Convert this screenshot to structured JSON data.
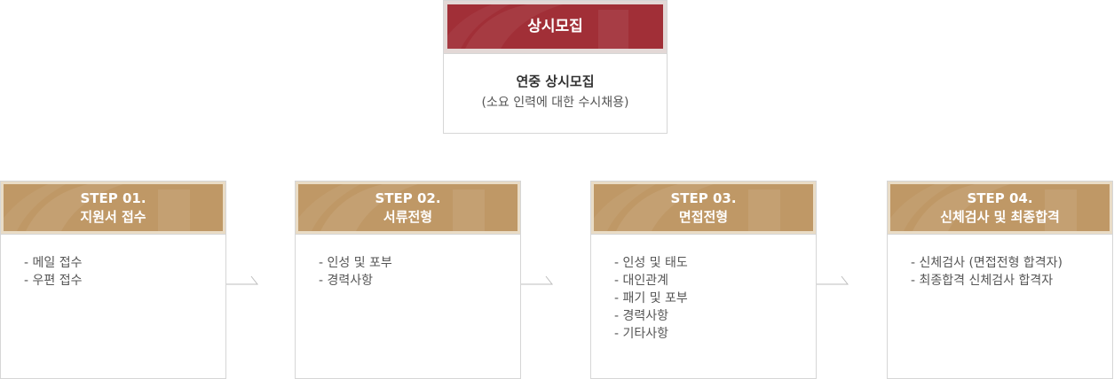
{
  "top": {
    "title": "상시모집",
    "subtitle": "연중 상시모집",
    "description": "(소요 인력에 대한 수시채용)"
  },
  "steps": [
    {
      "step": "STEP 01.",
      "name": "지원서 접수",
      "items": [
        "- 메일 접수",
        "- 우편 접수"
      ]
    },
    {
      "step": "STEP 02.",
      "name": "서류전형",
      "items": [
        "- 인성 및 포부",
        "- 경력사항"
      ]
    },
    {
      "step": "STEP 03.",
      "name": "면접전형",
      "items": [
        "- 인성 및 태도",
        "- 대인관계",
        "- 패기 및 포부",
        "- 경력사항",
        "- 기타사항"
      ]
    },
    {
      "step": "STEP 04.",
      "name": "신체검사 및 최종합격",
      "items": [
        "- 신체검사 (면접전형 합격자)",
        "- 최종합격 신체검사 합격자"
      ]
    }
  ],
  "colors": {
    "top_header": "#a12f37",
    "step_header": "#bf9866",
    "border": "#d6d6d6"
  }
}
